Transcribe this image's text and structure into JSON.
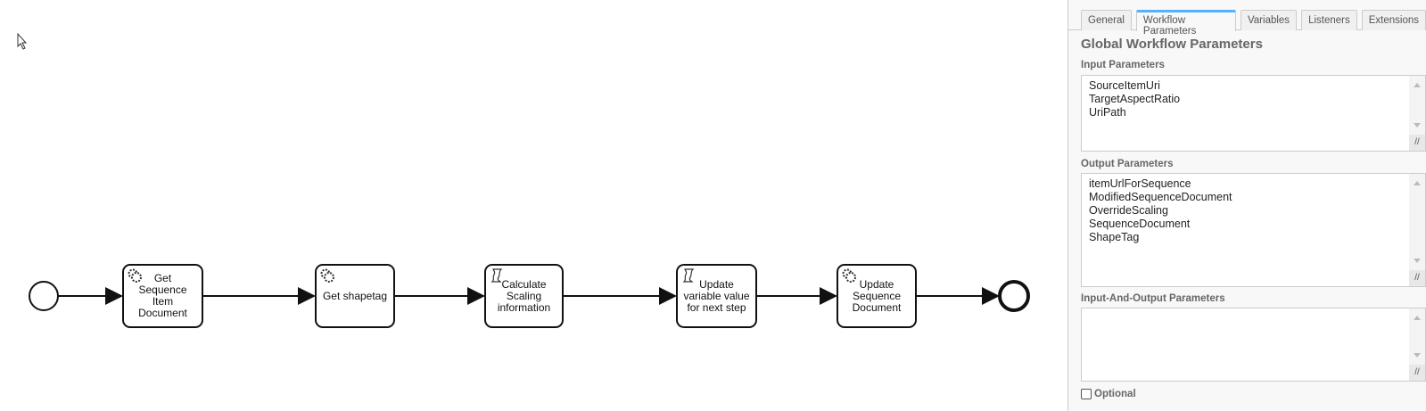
{
  "diagram": {
    "tasks": [
      {
        "label": "Get Sequence Item Document",
        "icon": "gear-icon"
      },
      {
        "label": "Get shapetag",
        "icon": "gear-icon"
      },
      {
        "label": "Calculate Scaling information",
        "icon": "script-icon"
      },
      {
        "label": "Update variable value for next step",
        "icon": "script-icon"
      },
      {
        "label": "Update Sequence Document",
        "icon": "gear-icon"
      }
    ]
  },
  "panel": {
    "tabs": [
      {
        "label": "General"
      },
      {
        "label": "Workflow Parameters",
        "active": true
      },
      {
        "label": "Variables"
      },
      {
        "label": "Listeners"
      },
      {
        "label": "Extensions"
      }
    ],
    "heading": "Global Workflow Parameters",
    "input_label": "Input Parameters",
    "input_value": "SourceItemUri\nTargetAspectRatio\nUriPath",
    "output_label": "Output Parameters",
    "output_value": "itemUrlForSequence\nModifiedSequenceDocument\nOverrideScaling\nSequenceDocument\nShapeTag",
    "inout_label": "Input-And-Output Parameters",
    "inout_value": "",
    "optional_label": "Optional",
    "optional_checked": false,
    "accent": "#52b2ff"
  }
}
